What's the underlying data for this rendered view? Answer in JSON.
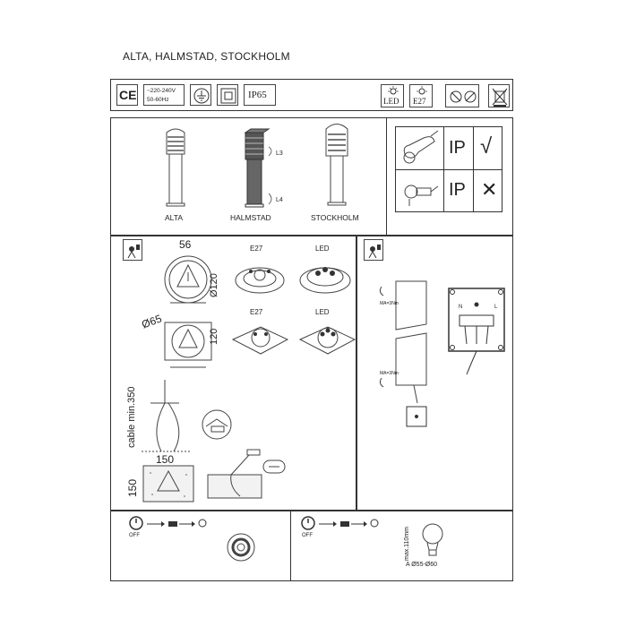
{
  "header": {
    "title": "ALTA, HALMSTAD, STOCKHOLM"
  },
  "symbols": {
    "ce": "CE",
    "voltage_line1": "~220-240V",
    "voltage_line2": "50-60Hz",
    "ip": "IP65",
    "led": "LED",
    "e27": "E27"
  },
  "models": {
    "alta": "ALTA",
    "halmstad": "HALMSTAD",
    "stockholm": "STOCKHOLM",
    "l3": "L3",
    "l4": "L4"
  },
  "ip_table": {
    "row1_label": "IP",
    "row1_mark": "√",
    "row2_label": "IP",
    "row2_mark": "✕"
  },
  "mounting": {
    "dim_56": "56",
    "dim_120a": "Ø120",
    "dim_65": "Ø65",
    "dim_120b": "120",
    "e27_a": "E27",
    "led_a": "LED",
    "e27_b": "E27",
    "led_b": "LED",
    "cable_min": "cable min.350",
    "dim_150_w": "150",
    "dim_150_h": "150"
  },
  "wiring": {
    "n": "N",
    "l": "L",
    "torque1": "MA=3Nm",
    "torque2": "MA=3Nm"
  },
  "bottom": {
    "off_left": "OFF",
    "off_right": "OFF",
    "max_height": "max.110mm",
    "diameter": "A Ø55-Ø60"
  },
  "icons": [
    "ce-mark-icon",
    "ground-icon",
    "double-insulation-icon",
    "led-icon",
    "e27-icon",
    "no-tools-icon",
    "no-trash-icon",
    "electrician-icon",
    "power-off-icon",
    "screwdriver-icon",
    "bulb-icon"
  ]
}
